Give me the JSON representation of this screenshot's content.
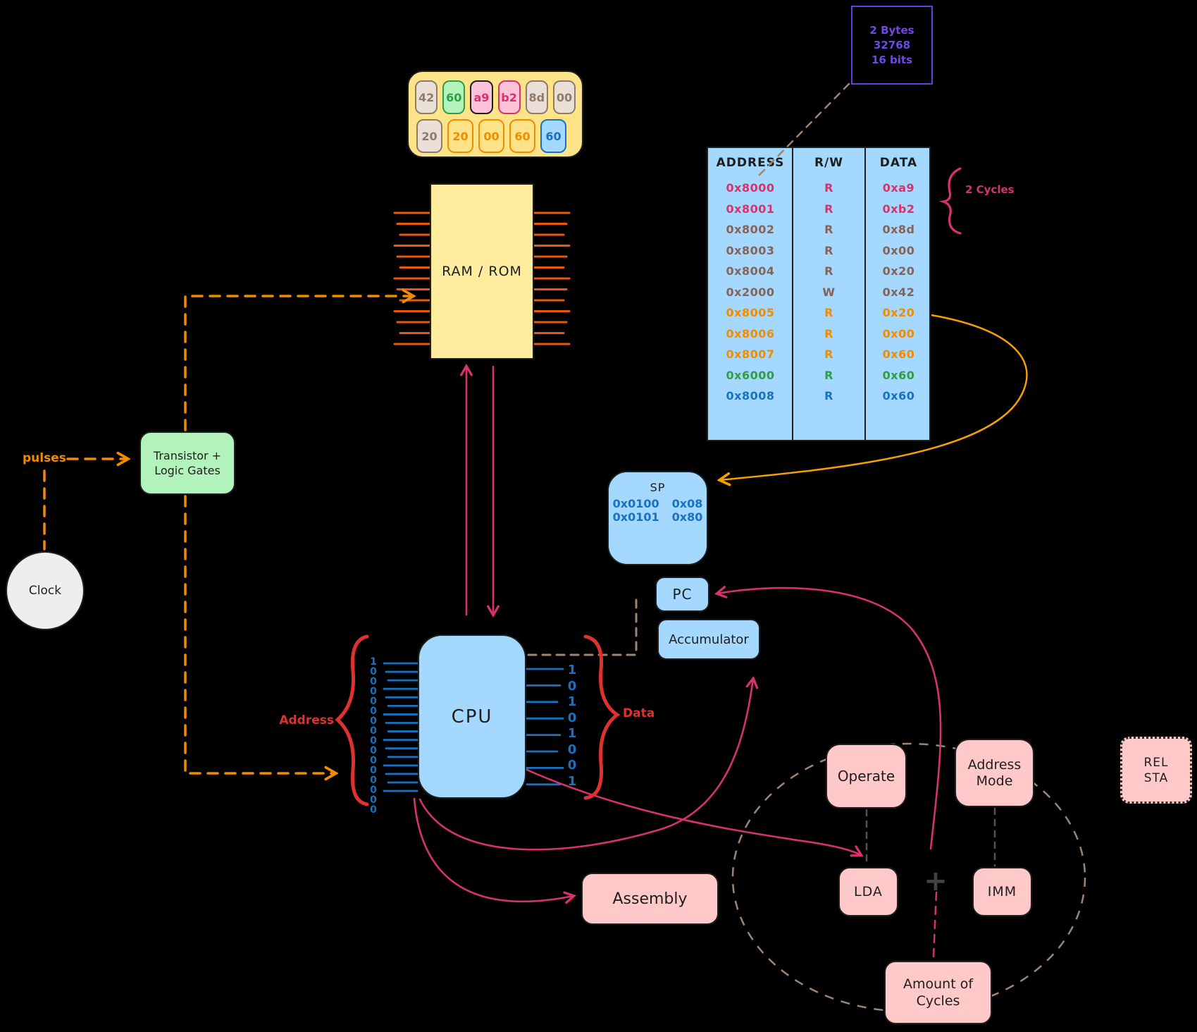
{
  "memory_strip": {
    "row1": [
      {
        "v": "42",
        "c": "tan"
      },
      {
        "v": "60",
        "c": "green"
      },
      {
        "v": "a9",
        "c": "pinkblack"
      },
      {
        "v": "b2",
        "c": "pink"
      },
      {
        "v": "8d",
        "c": "tan"
      },
      {
        "v": "00",
        "c": "tan"
      }
    ],
    "row2": [
      {
        "v": "20",
        "c": "tan"
      },
      {
        "v": "20",
        "c": "orange"
      },
      {
        "v": "00",
        "c": "orange"
      },
      {
        "v": "60",
        "c": "orange"
      },
      {
        "v": "60",
        "c": "blue"
      }
    ]
  },
  "capacity_note": {
    "lines": [
      "2 Bytes",
      "32768",
      "16 bits"
    ]
  },
  "bus_table": {
    "headers": [
      "ADDRESS",
      "R/W",
      "DATA"
    ],
    "rows": [
      {
        "address": "0x8000",
        "rw": "R",
        "data": "0xa9",
        "color": "pink"
      },
      {
        "address": "0x8001",
        "rw": "R",
        "data": "0xb2",
        "color": "pink"
      },
      {
        "address": "0x8002",
        "rw": "R",
        "data": "0x8d",
        "color": "brown"
      },
      {
        "address": "0x8003",
        "rw": "R",
        "data": "0x00",
        "color": "brown"
      },
      {
        "address": "0x8004",
        "rw": "R",
        "data": "0x20",
        "color": "brown"
      },
      {
        "address": "0x2000",
        "rw": "W",
        "data": "0x42",
        "color": "brown"
      },
      {
        "address": "0x8005",
        "rw": "R",
        "data": "0x20",
        "color": "orange"
      },
      {
        "address": "0x8006",
        "rw": "R",
        "data": "0x00",
        "color": "orange"
      },
      {
        "address": "0x8007",
        "rw": "R",
        "data": "0x60",
        "color": "orange"
      },
      {
        "address": "0x6000",
        "rw": "R",
        "data": "0x60",
        "color": "green"
      },
      {
        "address": "0x8008",
        "rw": "R",
        "data": "0x60",
        "color": "blue"
      }
    ]
  },
  "cycles_label": "2 Cycles",
  "ram_rom": {
    "label": "RAM / ROM"
  },
  "clock": {
    "label": "Clock"
  },
  "pulses_label": "pulses",
  "transistor_box": {
    "lines": [
      "Transistor +",
      "Logic Gates"
    ]
  },
  "cpu": {
    "label": "CPU",
    "address_bits": "1000000000000000",
    "data_bits": "10101001",
    "address_label": "Address",
    "data_label": "Data"
  },
  "sp": {
    "title": "SP",
    "rows": [
      [
        "0x0100",
        "0x08"
      ],
      [
        "0x0101",
        "0x80"
      ]
    ]
  },
  "pc": {
    "label": "PC"
  },
  "accumulator": {
    "label": "Accumulator"
  },
  "assembly": {
    "label": "Assembly"
  },
  "instruction": {
    "operate": "Operate",
    "address_mode_lines": [
      "Address",
      "Mode"
    ],
    "lda": "LDA",
    "plus": "+",
    "imm": "IMM",
    "amount_lines": [
      "Amount of",
      "Cycles"
    ],
    "rel_sta_lines": [
      "REL",
      "STA"
    ]
  },
  "colors": {
    "accent_pink": "#d6336c",
    "accent_orange": "#f08c00",
    "accent_red": "#e03131",
    "accent_blue": "#1971c2",
    "accent_green": "#2f9e44",
    "accent_purple": "#6741d9",
    "chip_yellow": "#ffec9e",
    "panel_blue": "#a5d8ff",
    "box_pink": "#ffc9c9",
    "tan_dash": "#9c8672",
    "pin_orange": "#e8590c"
  }
}
